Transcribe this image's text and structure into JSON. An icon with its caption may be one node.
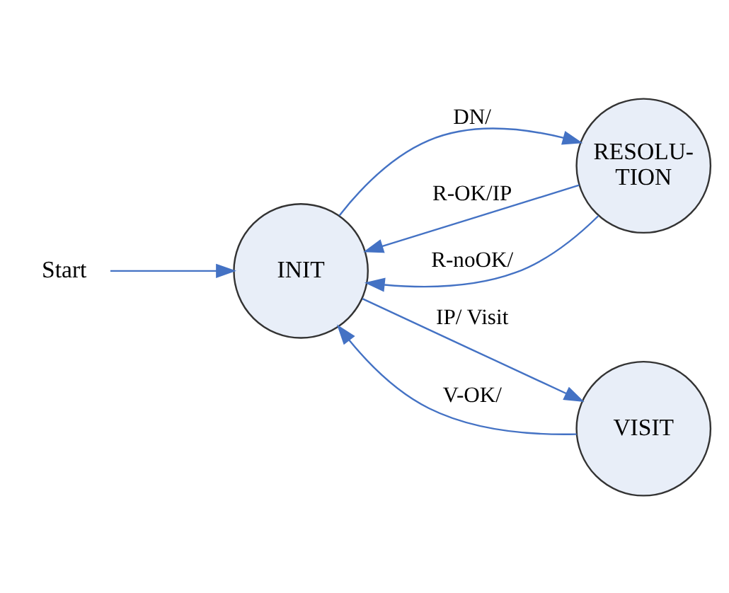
{
  "diagram": {
    "nodes": [
      {
        "text": [
          "INIT"
        ]
      },
      {
        "text": [
          "RESOLU- TION"
        ]
      },
      {
        "text": [
          "VISIT"
        ]
      },
      {
        "text": [
          "Start"
        ]
      }
    ],
    "edges": [
      {
        "from": 3,
        "to": 0,
        "arrow": "to"
      },
      {
        "from": 0,
        "to": 1,
        "arrow": "to",
        "label": "DN/"
      },
      {
        "from": 1,
        "to": 0,
        "arrow": "to",
        "label": "R-OK/IP"
      },
      {
        "from": 1,
        "to": 0,
        "arrow": "to",
        "label": "R-noOK/"
      },
      {
        "from": 0,
        "to": 2,
        "arrow": "to",
        "label": "IP/ Visit"
      },
      {
        "from": 2,
        "to": 0,
        "arrow": "to",
        "label": "V-OK/"
      }
    ]
  }
}
